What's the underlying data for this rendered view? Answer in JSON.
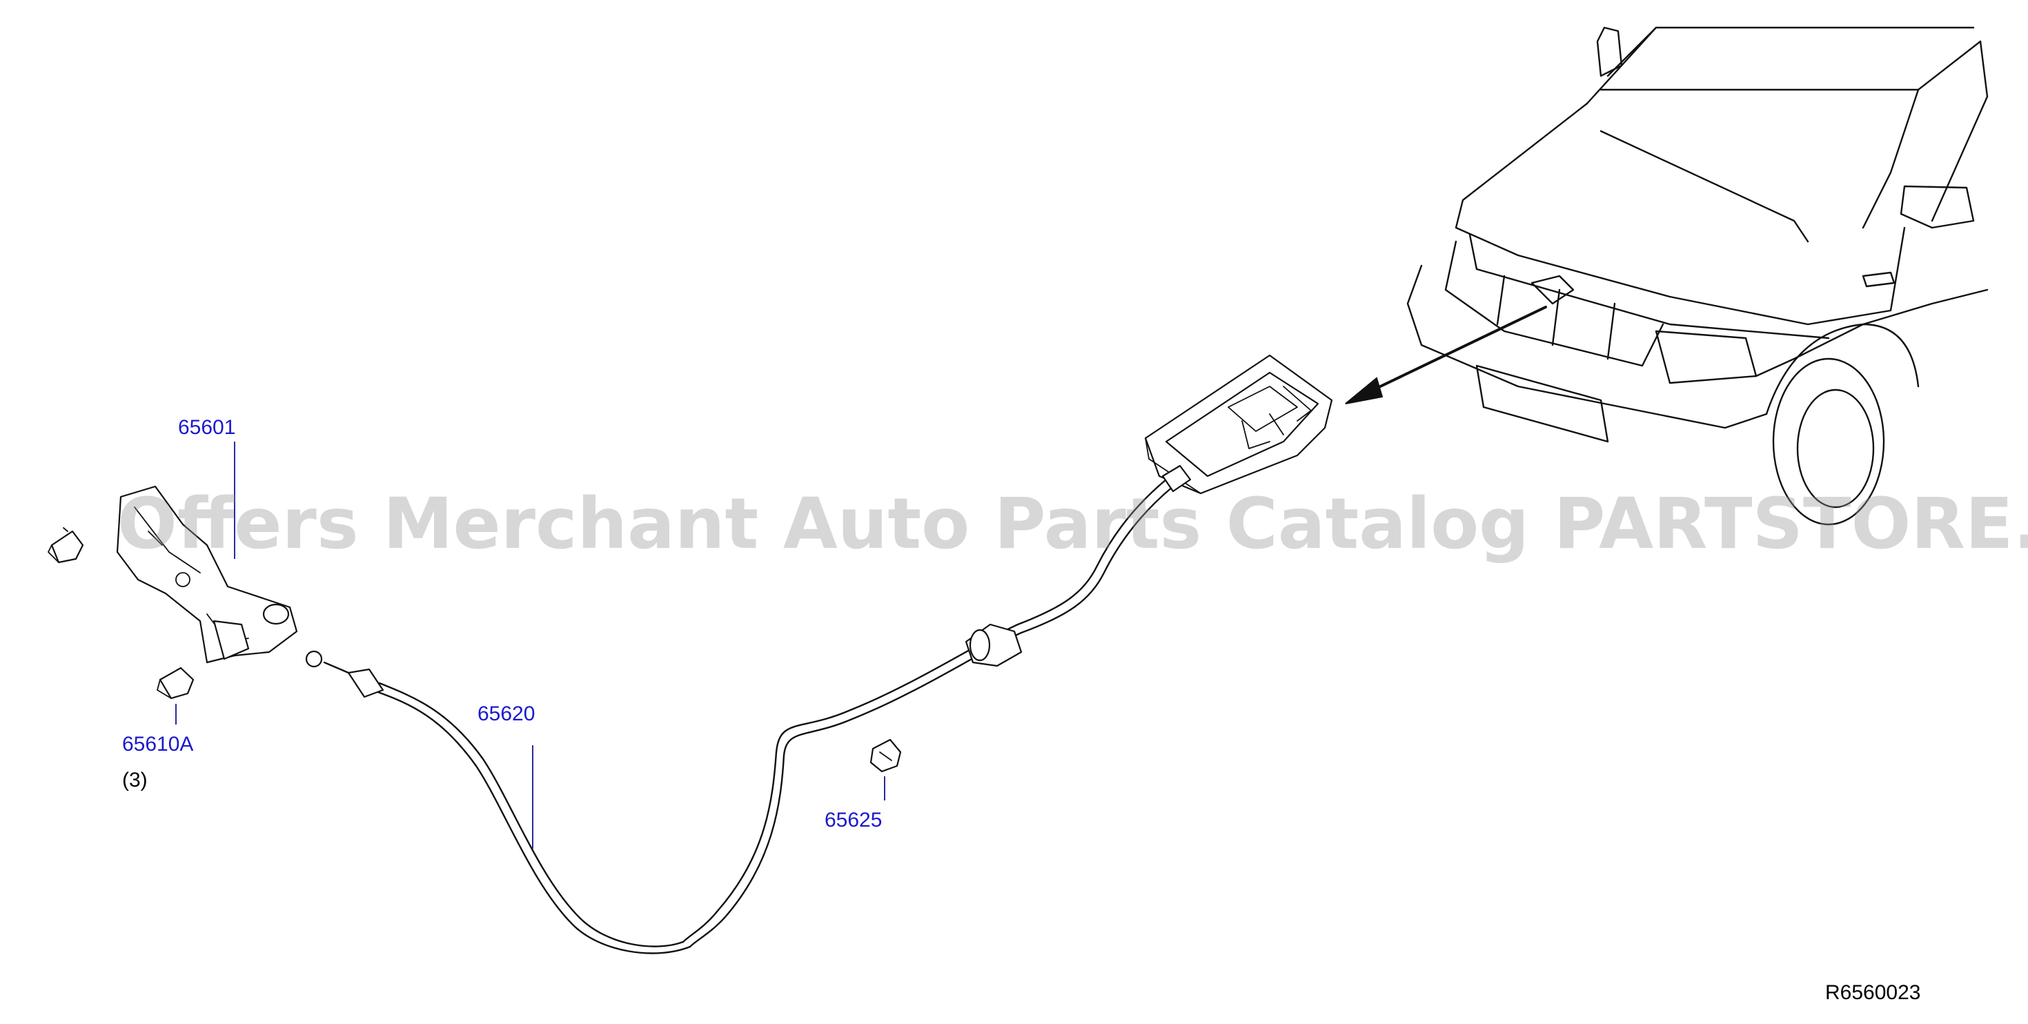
{
  "callouts": {
    "p65601": "65601",
    "p65610a": "65610A",
    "p65610a_qty": "(3)",
    "p65620": "65620",
    "p65625": "65625"
  },
  "diagram_ref": "R6560023",
  "watermark": "Offers Merchant Auto Parts Catalog PARTSTORE.SA",
  "colors": {
    "callout": "#1a1acc",
    "lines": "#111111",
    "watermark": "#969696"
  }
}
